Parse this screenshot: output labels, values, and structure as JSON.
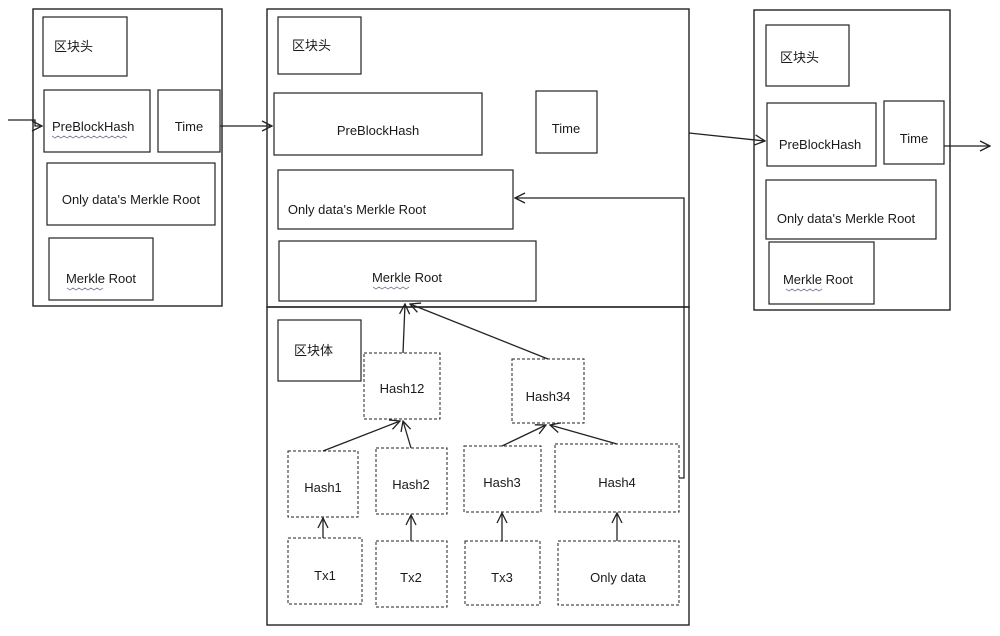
{
  "left_block": {
    "header_label": "区块头",
    "prev_hash_label": "PreBlockHash",
    "time_label": "Time",
    "data_merkle_label": "Only data's Merkle Root",
    "merkle_root_label": "Merkle Root"
  },
  "center_block": {
    "header_label": "区块头",
    "prev_hash_label": "PreBlockHash",
    "time_label": "Time",
    "data_merkle_label": "Only data's Merkle Root",
    "merkle_root_label": "Merkle Root",
    "body_label": "区块体",
    "tree": {
      "hash12": "Hash12",
      "hash34": "Hash34",
      "hash1": "Hash1",
      "hash2": "Hash2",
      "hash3": "Hash3",
      "hash4": "Hash4",
      "tx1": "Tx1",
      "tx2": "Tx2",
      "tx3": "Tx3",
      "only_data": "Only data"
    }
  },
  "right_block": {
    "header_label": "区块头",
    "prev_hash_label": "PreBlockHash",
    "time_label": "Time",
    "data_merkle_label": "Only data's Merkle Root",
    "merkle_root_label": "Merkle Root"
  }
}
